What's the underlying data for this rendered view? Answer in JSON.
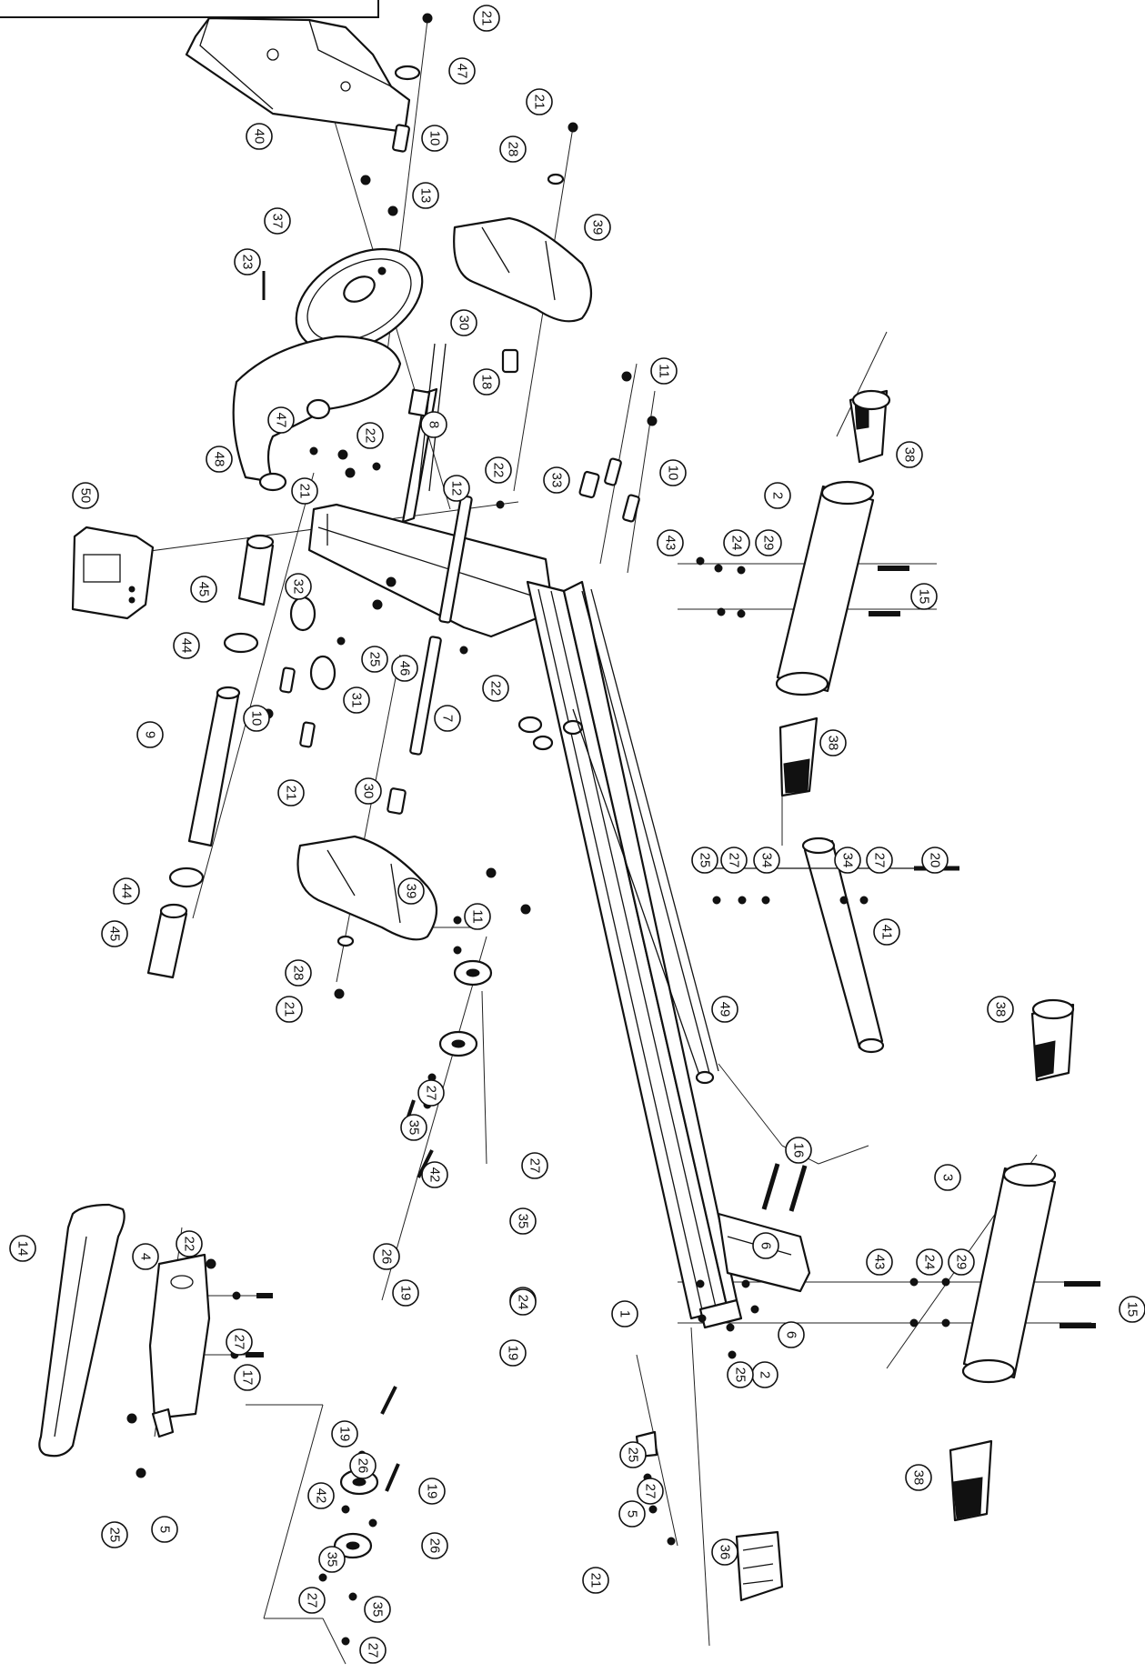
{
  "parts": {
    "p1": "1",
    "p2": "2",
    "p3": "3",
    "p4": "4",
    "p5": "5",
    "p6": "6",
    "p7": "7",
    "p8": "8",
    "p9": "9",
    "p10": "10",
    "p11": "11",
    "p12": "12",
    "p13": "13",
    "p14": "14",
    "p15": "15",
    "p16": "16",
    "p17": "17",
    "p18": "18",
    "p19": "19",
    "p20": "20",
    "p21": "21",
    "p22": "22",
    "p23": "23",
    "p24": "24",
    "p25": "25",
    "p26": "26",
    "p27": "27",
    "p28": "28",
    "p29": "29",
    "p30": "30",
    "p31": "31",
    "p32": "32",
    "p33": "33",
    "p34": "34",
    "p35": "35",
    "p36": "36",
    "p37": "37",
    "p38": "38",
    "p39": "39",
    "p40": "40",
    "p41": "41",
    "p42": "42",
    "p43": "43",
    "p44": "44",
    "p45": "45",
    "p46": "46",
    "p47": "47",
    "p48": "48",
    "p49": "49",
    "p50": "50"
  },
  "colors": {
    "line": "#111111",
    "background": "#ffffff"
  }
}
